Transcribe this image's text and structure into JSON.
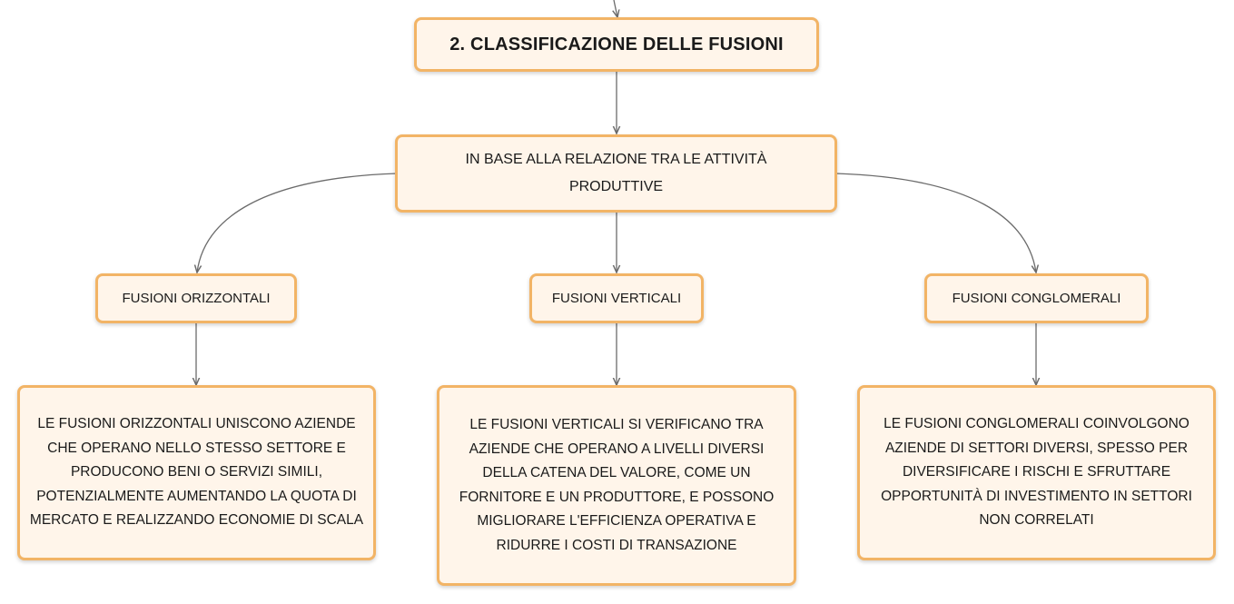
{
  "diagram": {
    "root": {
      "label": "2. CLASSIFICAZIONE DELLE FUSIONI"
    },
    "criterion": {
      "label": "IN BASE ALLA RELAZIONE TRA LE ATTIVITÀ PRODUTTIVE"
    },
    "categories": [
      {
        "label": "FUSIONI ORIZZONTALI",
        "description": "LE FUSIONI ORIZZONTALI UNISCONO AZIENDE CHE OPERANO NELLO STESSO SETTORE E PRODUCONO BENI O SERVIZI SIMILI, POTENZIALMENTE AUMENTANDO LA QUOTA DI MERCATO E REALIZZANDO ECONOMIE DI SCALA"
      },
      {
        "label": "FUSIONI VERTICALI",
        "description": "LE FUSIONI VERTICALI SI VERIFICANO TRA AZIENDE CHE OPERANO A LIVELLI DIVERSI DELLA CATENA DEL VALORE, COME UN FORNITORE E UN PRODUTTORE, E POSSONO MIGLIORARE L'EFFICIENZA OPERATIVA E RIDURRE I COSTI DI TRANSAZIONE"
      },
      {
        "label": "FUSIONI CONGLOMERALI",
        "description": "LE FUSIONI CONGLOMERALI COINVOLGONO AZIENDE DI SETTORI DIVERSI, SPESSO PER DIVERSIFICARE I RISCHI E SFRUTTARE OPPORTUNITÀ DI INVESTIMENTO IN SETTORI NON CORRELATI"
      }
    ],
    "colors": {
      "node_fill": "#fff5ea",
      "node_border": "#f2b466",
      "connector": "#6b6b6b"
    }
  }
}
